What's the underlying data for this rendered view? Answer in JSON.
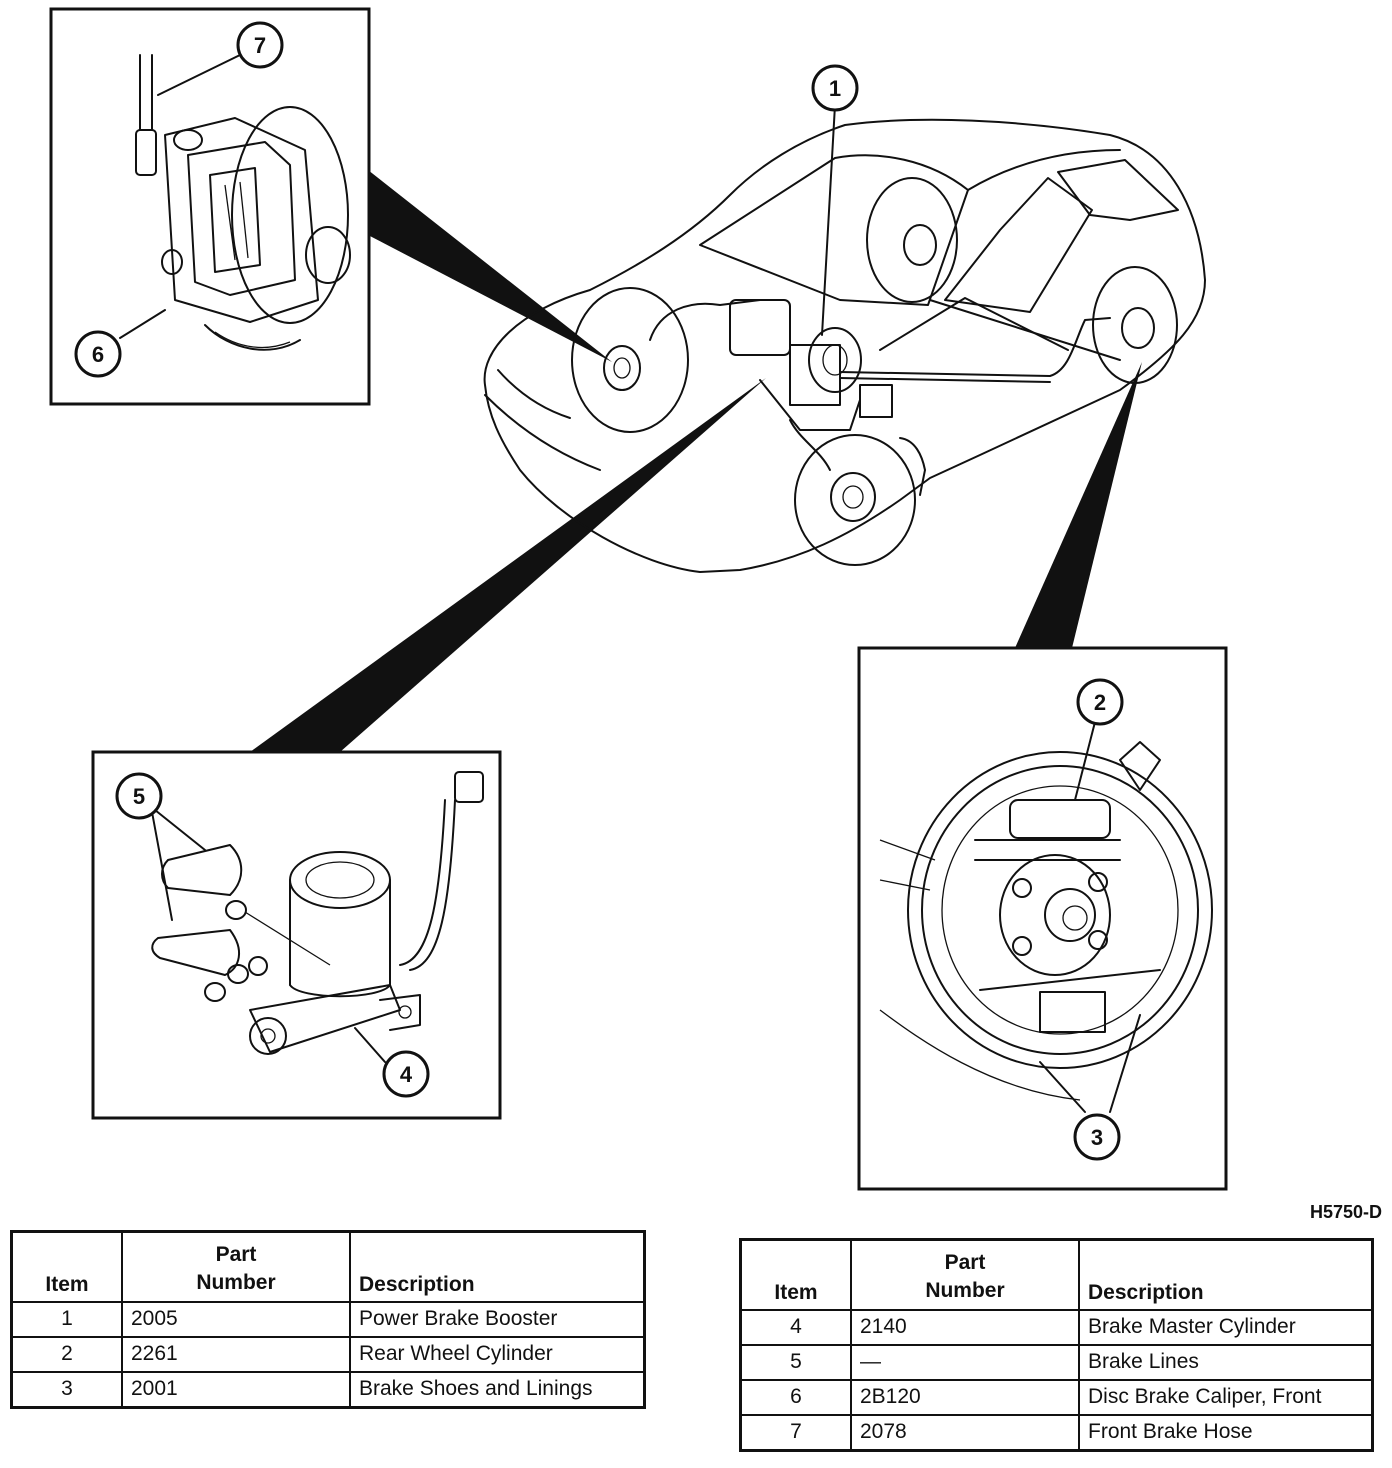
{
  "figure_code": "H5750-D",
  "callouts": [
    "1",
    "2",
    "3",
    "4",
    "5",
    "6",
    "7"
  ],
  "tables": [
    {
      "headers": {
        "item": "Item",
        "part_line1": "Part",
        "part_line2": "Number",
        "description": "Description"
      },
      "rows": [
        {
          "item": "1",
          "part": "2005",
          "description": "Power Brake Booster"
        },
        {
          "item": "2",
          "part": "2261",
          "description": "Rear Wheel Cylinder"
        },
        {
          "item": "3",
          "part": "2001",
          "description": "Brake Shoes and Linings"
        }
      ]
    },
    {
      "headers": {
        "item": "Item",
        "part_line1": "Part",
        "part_line2": "Number",
        "description": "Description"
      },
      "rows": [
        {
          "item": "4",
          "part": "2140",
          "description": "Brake Master Cylinder"
        },
        {
          "item": "5",
          "part": "—",
          "description": "Brake Lines"
        },
        {
          "item": "6",
          "part": "2B120",
          "description": "Disc Brake Caliper, Front"
        },
        {
          "item": "7",
          "part": "2078",
          "description": "Front Brake Hose"
        }
      ]
    }
  ]
}
